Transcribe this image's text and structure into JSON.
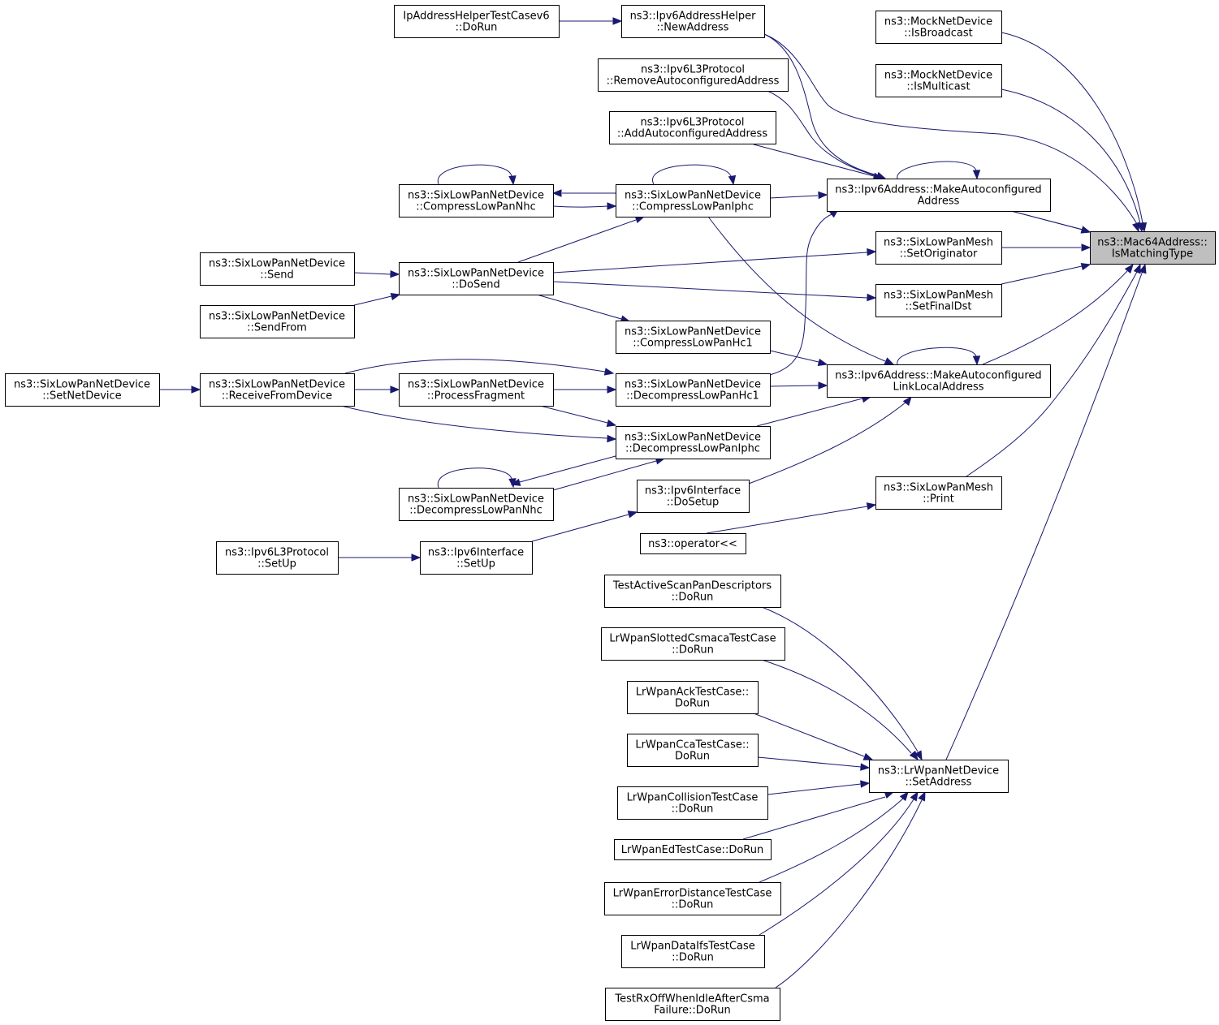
{
  "diagram": {
    "nodes": [
      {
        "id": "target",
        "lines": [
          "ns3::Mac64Address::",
          "IsMatchingType"
        ],
        "focus": true
      },
      {
        "id": "isbroadcast",
        "lines": [
          "ns3::MockNetDevice",
          "::IsBroadcast"
        ]
      },
      {
        "id": "ismulticast",
        "lines": [
          "ns3::MockNetDevice",
          "::IsMulticast"
        ]
      },
      {
        "id": "mkauto",
        "lines": [
          "ns3::Ipv6Address::MakeAutoconfigured",
          "Address"
        ]
      },
      {
        "id": "setorig",
        "lines": [
          "ns3::SixLowPanMesh",
          "::SetOriginator"
        ]
      },
      {
        "id": "setfinal",
        "lines": [
          "ns3::SixLowPanMesh",
          "::SetFinalDst"
        ]
      },
      {
        "id": "mkll",
        "lines": [
          "ns3::Ipv6Address::MakeAutoconfigured",
          "LinkLocalAddress"
        ]
      },
      {
        "id": "meshprint",
        "lines": [
          "ns3::SixLowPanMesh",
          "::Print"
        ]
      },
      {
        "id": "lrsetaddr",
        "lines": [
          "ns3::LrWpanNetDevice",
          "::SetAddress"
        ]
      },
      {
        "id": "newaddr",
        "lines": [
          "ns3::Ipv6AddressHelper",
          "::NewAddress"
        ]
      },
      {
        "id": "iptest",
        "lines": [
          "IpAddressHelperTestCasev6",
          "::DoRun"
        ]
      },
      {
        "id": "removeauto",
        "lines": [
          "ns3::Ipv6L3Protocol",
          "::RemoveAutoconfiguredAddress"
        ]
      },
      {
        "id": "addauto",
        "lines": [
          "ns3::Ipv6L3Protocol",
          "::AddAutoconfiguredAddress"
        ]
      },
      {
        "id": "compiphc",
        "lines": [
          "ns3::SixLowPanNetDevice",
          "::CompressLowPanIphc"
        ]
      },
      {
        "id": "compnhc",
        "lines": [
          "ns3::SixLowPanNetDevice",
          "::CompressLowPanNhc"
        ]
      },
      {
        "id": "dosend",
        "lines": [
          "ns3::SixLowPanNetDevice",
          "::DoSend"
        ]
      },
      {
        "id": "send",
        "lines": [
          "ns3::SixLowPanNetDevice",
          "::Send"
        ]
      },
      {
        "id": "sendfrom",
        "lines": [
          "ns3::SixLowPanNetDevice",
          "::SendFrom"
        ]
      },
      {
        "id": "comphc1",
        "lines": [
          "ns3::SixLowPanNetDevice",
          "::CompressLowPanHc1"
        ]
      },
      {
        "id": "decomphc1",
        "lines": [
          "ns3::SixLowPanNetDevice",
          "::DecompressLowPanHc1"
        ]
      },
      {
        "id": "procfrag",
        "lines": [
          "ns3::SixLowPanNetDevice",
          "::ProcessFragment"
        ]
      },
      {
        "id": "recvfrom",
        "lines": [
          "ns3::SixLowPanNetDevice",
          "::ReceiveFromDevice"
        ]
      },
      {
        "id": "setnetdev",
        "lines": [
          "ns3::SixLowPanNetDevice",
          "::SetNetDevice"
        ]
      },
      {
        "id": "decompiphc",
        "lines": [
          "ns3::SixLowPanNetDevice",
          "::DecompressLowPanIphc"
        ]
      },
      {
        "id": "decompnhc",
        "lines": [
          "ns3::SixLowPanNetDevice",
          "::DecompressLowPanNhc"
        ]
      },
      {
        "id": "dosetup",
        "lines": [
          "ns3::Ipv6Interface",
          "::DoSetup"
        ]
      },
      {
        "id": "ifsetup",
        "lines": [
          "ns3::Ipv6Interface",
          "::SetUp"
        ]
      },
      {
        "id": "l3setup",
        "lines": [
          "ns3::Ipv6L3Protocol",
          "::SetUp"
        ]
      },
      {
        "id": "oplt",
        "lines": [
          "ns3::operator<<"
        ]
      },
      {
        "id": "t_activescan",
        "lines": [
          "TestActiveScanPanDescriptors",
          "::DoRun"
        ]
      },
      {
        "id": "t_slotted",
        "lines": [
          "LrWpanSlottedCsmacaTestCase",
          "::DoRun"
        ]
      },
      {
        "id": "t_ack",
        "lines": [
          "LrWpanAckTestCase::",
          "DoRun"
        ]
      },
      {
        "id": "t_cca",
        "lines": [
          "LrWpanCcaTestCase::",
          "DoRun"
        ]
      },
      {
        "id": "t_collision",
        "lines": [
          "LrWpanCollisionTestCase",
          "::DoRun"
        ]
      },
      {
        "id": "t_ed",
        "lines": [
          "LrWpanEdTestCase::DoRun"
        ]
      },
      {
        "id": "t_errdist",
        "lines": [
          "LrWpanErrorDistanceTestCase",
          "::DoRun"
        ]
      },
      {
        "id": "t_dataifs",
        "lines": [
          "LrWpanDataIfsTestCase",
          "::DoRun"
        ]
      },
      {
        "id": "t_rxoff",
        "lines": [
          "TestRxOffWhenIdleAfterCsma",
          "Failure::DoRun"
        ]
      }
    ],
    "edges": [
      {
        "from": "isbroadcast",
        "to": "target"
      },
      {
        "from": "ismulticast",
        "to": "target"
      },
      {
        "from": "newaddr",
        "to": "target"
      },
      {
        "from": "addauto",
        "to": "target"
      },
      {
        "from": "mkauto",
        "to": "target"
      },
      {
        "from": "setorig",
        "to": "target"
      },
      {
        "from": "setfinal",
        "to": "target"
      },
      {
        "from": "mkll",
        "to": "target"
      },
      {
        "from": "meshprint",
        "to": "target"
      },
      {
        "from": "lrsetaddr",
        "to": "target"
      },
      {
        "from": "iptest",
        "to": "newaddr"
      },
      {
        "from": "newaddr",
        "to": "mkauto"
      },
      {
        "from": "removeauto",
        "to": "mkauto"
      },
      {
        "from": "addauto",
        "to": "mkauto"
      },
      {
        "from": "mkauto",
        "to": "mkauto"
      },
      {
        "from": "compiphc",
        "to": "mkauto"
      },
      {
        "from": "decomphc1",
        "to": "mkauto"
      },
      {
        "from": "compiphc",
        "to": "mkll"
      },
      {
        "from": "comphc1",
        "to": "mkll"
      },
      {
        "from": "decomphc1",
        "to": "mkll"
      },
      {
        "from": "decompiphc",
        "to": "mkll"
      },
      {
        "from": "dosetup",
        "to": "mkll"
      },
      {
        "from": "mkll",
        "to": "mkll"
      },
      {
        "from": "dosend",
        "to": "setorig"
      },
      {
        "from": "dosend",
        "to": "setfinal"
      },
      {
        "from": "oplt",
        "to": "meshprint"
      },
      {
        "from": "compiphc",
        "to": "compiphc"
      },
      {
        "from": "compiphc",
        "to": "compnhc"
      },
      {
        "from": "compnhc",
        "to": "compiphc"
      },
      {
        "from": "compnhc",
        "to": "compnhc"
      },
      {
        "from": "dosend",
        "to": "compiphc"
      },
      {
        "from": "send",
        "to": "dosend"
      },
      {
        "from": "sendfrom",
        "to": "dosend"
      },
      {
        "from": "dosend",
        "to": "comphc1"
      },
      {
        "from": "recvfrom",
        "to": "decomphc1"
      },
      {
        "from": "procfrag",
        "to": "decomphc1"
      },
      {
        "from": "recvfrom",
        "to": "procfrag"
      },
      {
        "from": "setnetdev",
        "to": "recvfrom"
      },
      {
        "from": "recvfrom",
        "to": "decompiphc"
      },
      {
        "from": "procfrag",
        "to": "decompiphc"
      },
      {
        "from": "decompnhc",
        "to": "decompiphc"
      },
      {
        "from": "decompiphc",
        "to": "decompnhc"
      },
      {
        "from": "decompnhc",
        "to": "decompnhc"
      },
      {
        "from": "ifsetup",
        "to": "dosetup"
      },
      {
        "from": "l3setup",
        "to": "ifsetup"
      },
      {
        "from": "t_activescan",
        "to": "lrsetaddr"
      },
      {
        "from": "t_slotted",
        "to": "lrsetaddr"
      },
      {
        "from": "t_ack",
        "to": "lrsetaddr"
      },
      {
        "from": "t_cca",
        "to": "lrsetaddr"
      },
      {
        "from": "t_collision",
        "to": "lrsetaddr"
      },
      {
        "from": "t_ed",
        "to": "lrsetaddr"
      },
      {
        "from": "t_errdist",
        "to": "lrsetaddr"
      },
      {
        "from": "t_dataifs",
        "to": "lrsetaddr"
      },
      {
        "from": "t_rxoff",
        "to": "lrsetaddr"
      }
    ]
  }
}
